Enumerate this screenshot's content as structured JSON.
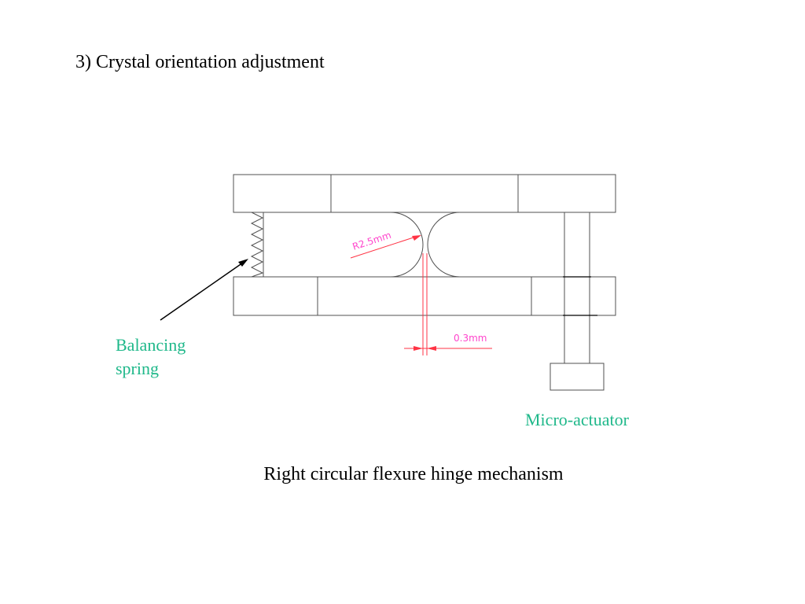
{
  "slide": {
    "title": "3)  Crystal orientation adjustment",
    "caption": "Right circular flexure hinge mechanism"
  },
  "labels": {
    "spring_line1": "Balancing",
    "spring_line2": "spring",
    "actuator": "Micro-actuator"
  },
  "dimensions": {
    "radius": "R2.5mm",
    "gap": "0.3mm"
  },
  "colors": {
    "outline": "#505050",
    "dimension": "#ff3344",
    "dimension_text": "#ff44cc",
    "label_text": "#1fb88a",
    "arrow": "#000000"
  }
}
